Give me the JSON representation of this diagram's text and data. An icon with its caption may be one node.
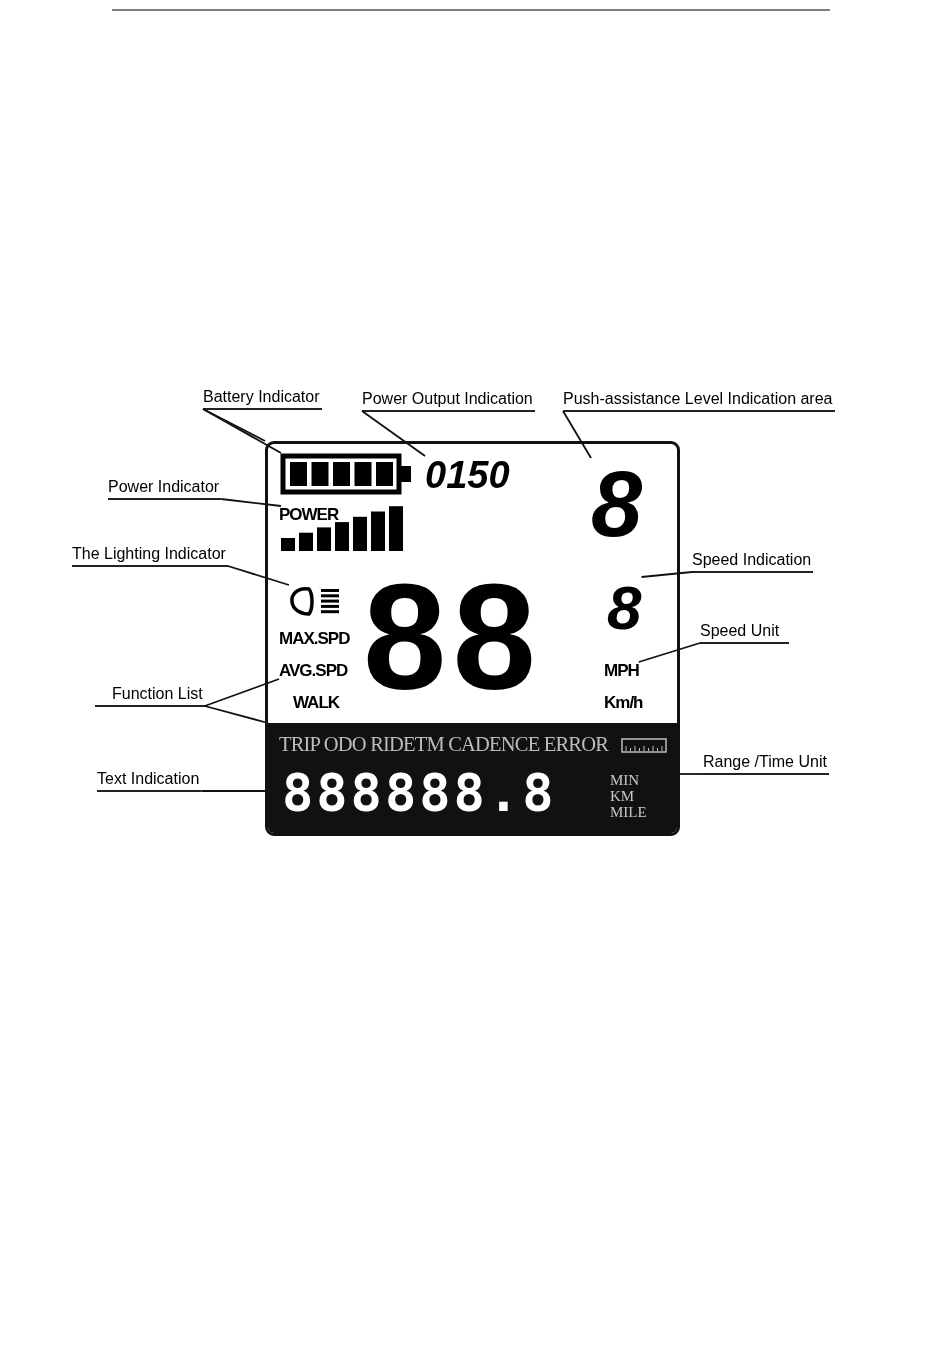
{
  "diagram": {
    "nodes": [
      {
        "text": [
          "Battery Indicator"
        ]
      },
      {
        "text": [
          "Power Output Indication"
        ]
      },
      {
        "text": [
          "Push-assistance Level Indication area"
        ]
      },
      {
        "text": [
          "Power Indicator"
        ]
      },
      {
        "text": [
          "The Lighting Indicator"
        ]
      },
      {
        "text": [
          "Function List"
        ]
      },
      {
        "text": [
          "Text Indication"
        ]
      },
      {
        "text": [
          "Speed Indication"
        ]
      },
      {
        "text": [
          "Speed Unit"
        ]
      },
      {
        "text": [
          "Range /Time Unit"
        ]
      },
      {
        "text": [],
        "shape": "box"
      },
      {
        "text": [],
        "shape": "battery",
        "in": 10
      },
      {
        "text": [
          "0150"
        ],
        "in": 10
      },
      {
        "text": [
          "8"
        ],
        "in": 10
      },
      {
        "text": [],
        "shape": "bar",
        "in": 10
      },
      {
        "text": [],
        "shape": "lamp",
        "in": 10
      },
      {
        "text": [
          "AVG.SPD"
        ],
        "in": 10
      },
      {
        "text": [
          "8"
        ],
        "in": 10
      },
      {
        "text": [
          "MPH"
        ],
        "in": 10
      },
      {
        "text": [
          "TRIP ODO RIDETM CADENCE ERROR",
          "888888.8",
          "MIN KM MILE"
        ],
        "in": 10
      }
    ],
    "edges": [
      {
        "from": 0,
        "to": 11,
        "arrow": "none"
      },
      {
        "from": 0,
        "to": 10,
        "arrow": "none"
      },
      {
        "from": 1,
        "to": 12,
        "arrow": "none"
      },
      {
        "from": 2,
        "to": 13,
        "arrow": "none"
      },
      {
        "from": 3,
        "to": 14,
        "arrow": "none"
      },
      {
        "from": 4,
        "to": 15,
        "arrow": "none"
      },
      {
        "from": 5,
        "to": 16,
        "arrow": "none"
      },
      {
        "from": 5,
        "to": 19,
        "arrow": "none"
      },
      {
        "from": 6,
        "to": 19,
        "arrow": "none"
      },
      {
        "from": 7,
        "to": 17,
        "arrow": "none"
      },
      {
        "from": 8,
        "to": 18,
        "arrow": "none"
      },
      {
        "from": 9,
        "to": 19,
        "arrow": "none"
      }
    ],
    "labels": [
      "POWER",
      "MAX.SPD",
      "88",
      "WALK",
      "Km/h"
    ]
  }
}
